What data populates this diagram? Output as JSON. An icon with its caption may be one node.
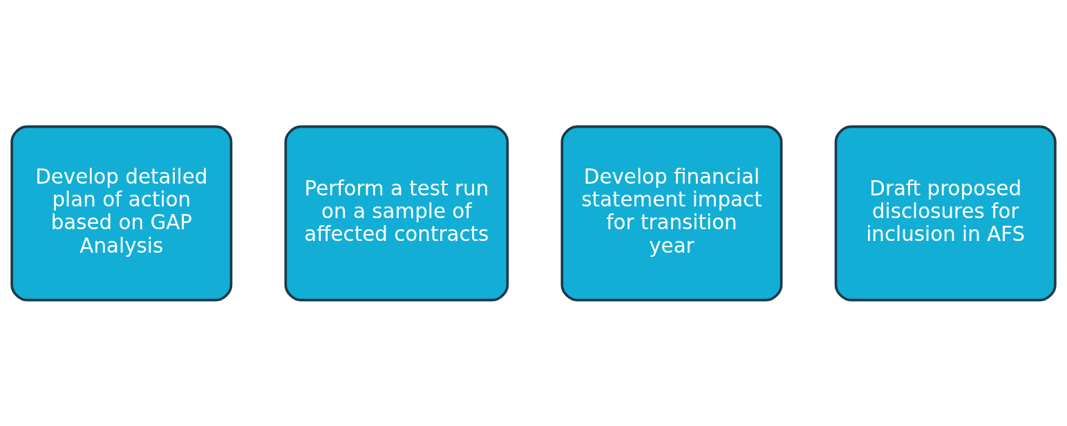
{
  "diagram": {
    "nodes": [
      {
        "text": [
          "Develop detailed plan of action based on GAP Analysis"
        ]
      },
      {
        "text": [
          "Perform a test run on a sample of affected contracts"
        ]
      },
      {
        "text": [
          "Develop financial statement impact for transition year"
        ]
      },
      {
        "text": [
          "Draft proposed disclosures for inclusion in AFS"
        ]
      }
    ],
    "edges": []
  }
}
